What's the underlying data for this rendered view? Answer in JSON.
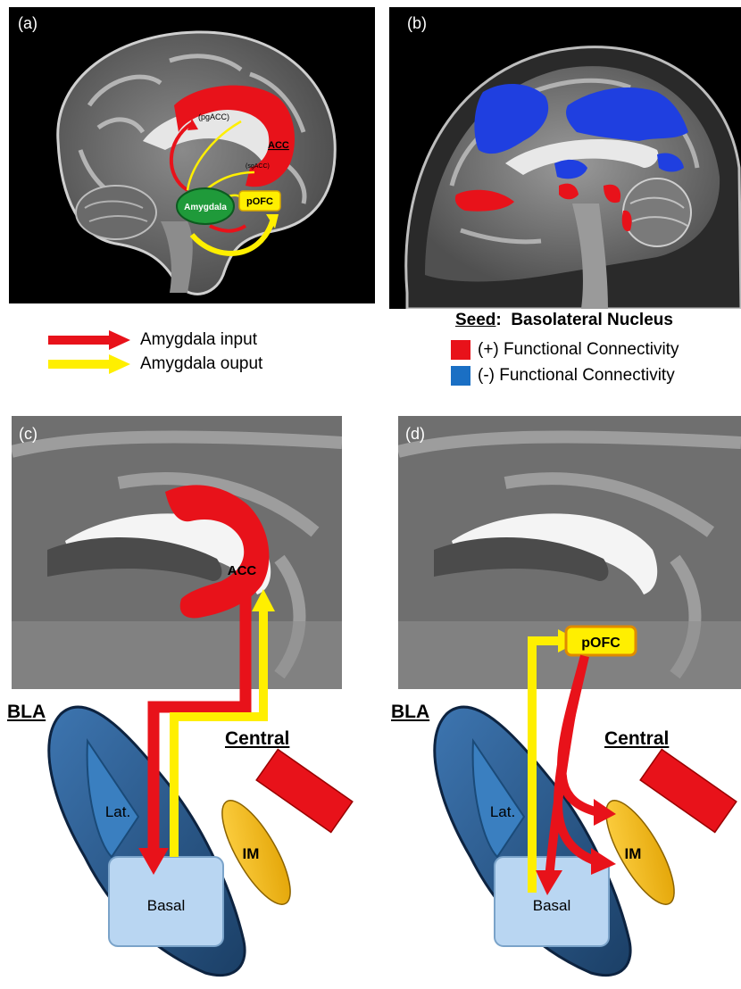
{
  "panels": {
    "a": {
      "label": "(a)",
      "regions": {
        "pgacc": "(pgACC)",
        "acc": "ACC",
        "sgacc": "(sgACC)",
        "amygdala": "Amygdala",
        "pofc": "pOFC"
      }
    },
    "b": {
      "label": "(b)"
    },
    "c": {
      "label": "(c)",
      "regions": {
        "acc": "ACC"
      }
    },
    "d": {
      "label": "(d)",
      "regions": {
        "pofc": "pOFC"
      }
    }
  },
  "legend_arrows": {
    "input": {
      "label": "Amygdala input",
      "color": "#e8121a"
    },
    "output": {
      "label": "Amygdala ouput",
      "color": "#ffef00"
    }
  },
  "seed_legend": {
    "seed_word": "Seed",
    "seed_name": "Basolateral Nucleus",
    "positive": {
      "label": "(+) Functional Connectivity",
      "color": "#e8121a"
    },
    "negative": {
      "label": "(-) Functional Connectivity",
      "color": "#1a6fc4"
    }
  },
  "nuclei": {
    "bla": "BLA",
    "central": "Central",
    "lat": "Lat.",
    "basal": "Basal",
    "im": "IM"
  },
  "colors": {
    "red": "#e8121a",
    "yellow": "#ffef00",
    "bla_dark": "#1d4a78",
    "bla_lat": "#3a7fc0",
    "bla_basal": "#b9d6f2",
    "im": "#f2b614",
    "amygdala_green": "#1f9a3a"
  }
}
